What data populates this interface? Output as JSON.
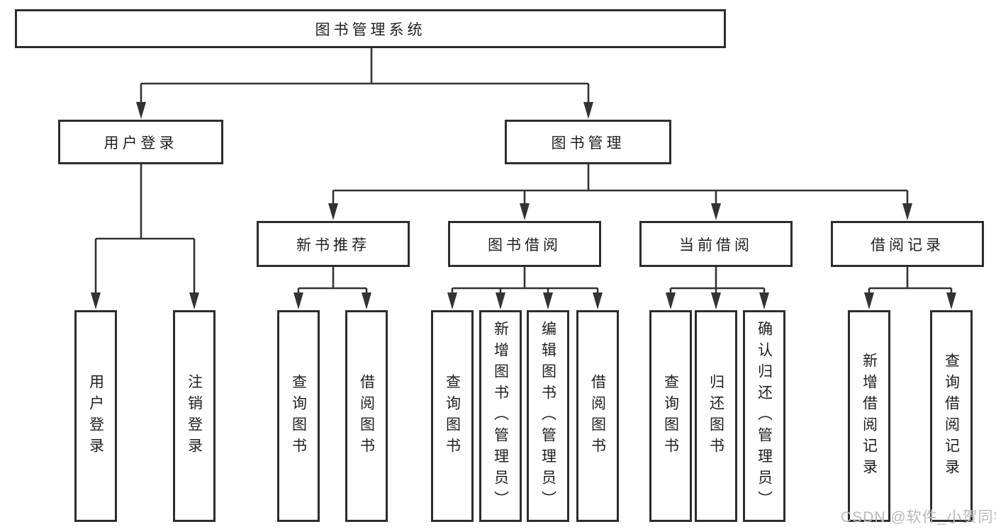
{
  "colors": {
    "line": "#333333",
    "box_border": "#2d2d2d",
    "text": "#1f1f1f",
    "watermark": "#b9b9b9",
    "background": "#ffffff"
  },
  "watermark": {
    "text": "CSDN @软件_小贺同学"
  },
  "tree": {
    "root": {
      "label": "图书管理系统"
    },
    "branches": [
      {
        "label": "用户登录",
        "children": [
          {
            "label": "用户登录"
          },
          {
            "label": "注销登录"
          }
        ]
      },
      {
        "label": "图书管理",
        "children": [
          {
            "label": "新书推荐",
            "children": [
              {
                "label": "查询图书"
              },
              {
                "label": "借阅图书"
              }
            ]
          },
          {
            "label": "图书借阅",
            "children": [
              {
                "label": "查询图书"
              },
              {
                "label": "新增图书（管理员）"
              },
              {
                "label": "编辑图书（管理员）"
              },
              {
                "label": "借阅图书"
              }
            ]
          },
          {
            "label": "当前借阅",
            "children": [
              {
                "label": "查询图书"
              },
              {
                "label": "归还图书"
              },
              {
                "label": "确认归还（管理员）"
              }
            ]
          },
          {
            "label": "借阅记录",
            "children": [
              {
                "label": "新增借阅记录"
              },
              {
                "label": "查询借阅记录"
              }
            ]
          }
        ]
      }
    ]
  }
}
